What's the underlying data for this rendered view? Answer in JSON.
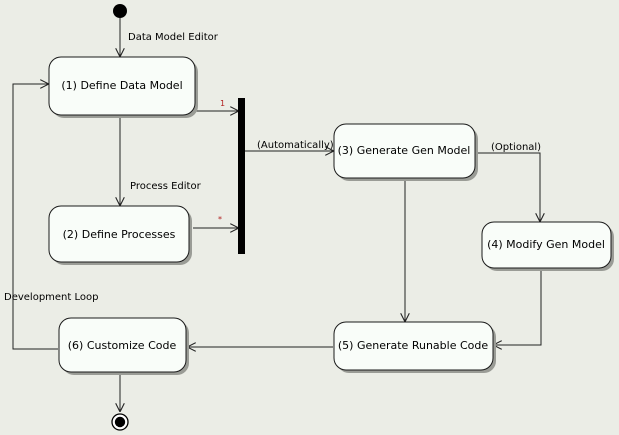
{
  "states": {
    "define_data_model": "(1) Define Data Model",
    "define_processes": "(2) Define Processes",
    "generate_gen_model": "(3) Generate Gen Model",
    "modify_gen_model": "(4) Modify Gen Model",
    "generate_runable_code": "(5) Generate Runable Code",
    "customize_code": "(6) Customize Code"
  },
  "edge_labels": {
    "data_model_editor": "Data Model Editor",
    "process_editor": "Process Editor",
    "automatically": "(Automatically)",
    "optional": "(Optional)",
    "development_loop": "Development Loop"
  },
  "multiplicities": {
    "from_data_model": "1",
    "from_processes": "*"
  }
}
